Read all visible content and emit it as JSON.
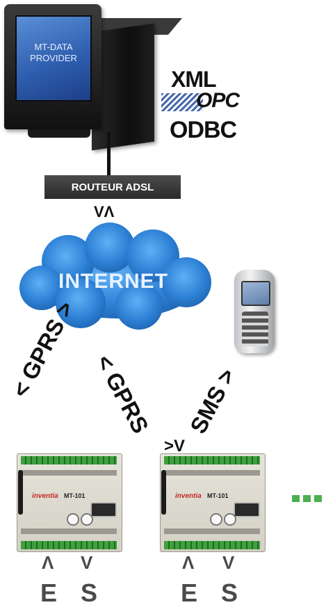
{
  "computer": {
    "screen_line1": "MT-DATA",
    "screen_line2": "PROVIDER"
  },
  "formats": {
    "xml": "XML",
    "opc": "OPC",
    "odbc": "ODBC"
  },
  "router": {
    "label": "ROUTEUR ADSL",
    "arrows": "VΛ"
  },
  "cloud": {
    "label": "INTERNET"
  },
  "links": {
    "left": "< GPRS >",
    "middle": "< GPRS",
    "middle_arrows": ">V",
    "right": "SMS >"
  },
  "modules": [
    {
      "brand": "inventia",
      "model": "MT-101",
      "input_label": "E",
      "output_label": "S",
      "input_arrow": "Λ",
      "output_arrow": "V"
    },
    {
      "brand": "inventia",
      "model": "MT-101",
      "input_label": "E",
      "output_label": "S",
      "input_arrow": "Λ",
      "output_arrow": "V"
    }
  ],
  "colors": {
    "cloud": "#2c7fd4",
    "router": "#3a3a3a",
    "terminal_green": "#3fa03f",
    "continuation_dashes": "#4caf50"
  }
}
